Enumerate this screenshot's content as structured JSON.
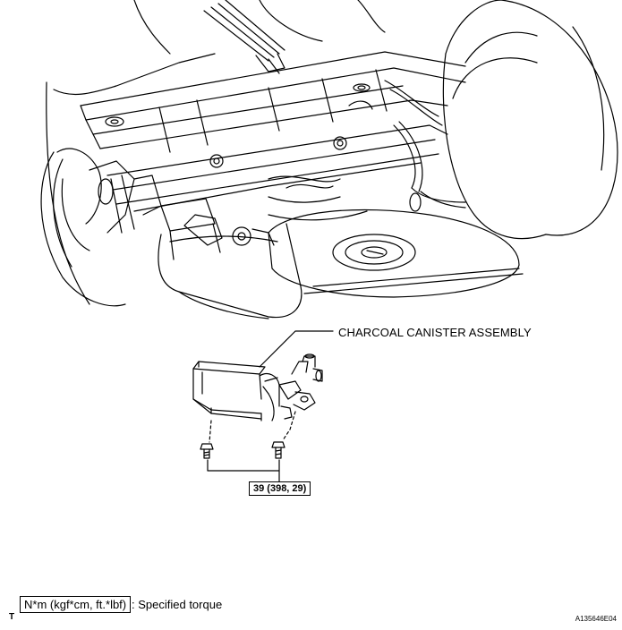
{
  "labels": {
    "component": "CHARCOAL CANISTER ASSEMBLY",
    "torque_value": "39 (398, 29)",
    "legend_units": "N*m (kgf*cm, ft.*lbf)",
    "legend_description": ": Specified torque",
    "corner_letter": "T",
    "figure_code": "A135646E04"
  },
  "colors": {
    "line": "#000000",
    "background": "#ffffff"
  }
}
